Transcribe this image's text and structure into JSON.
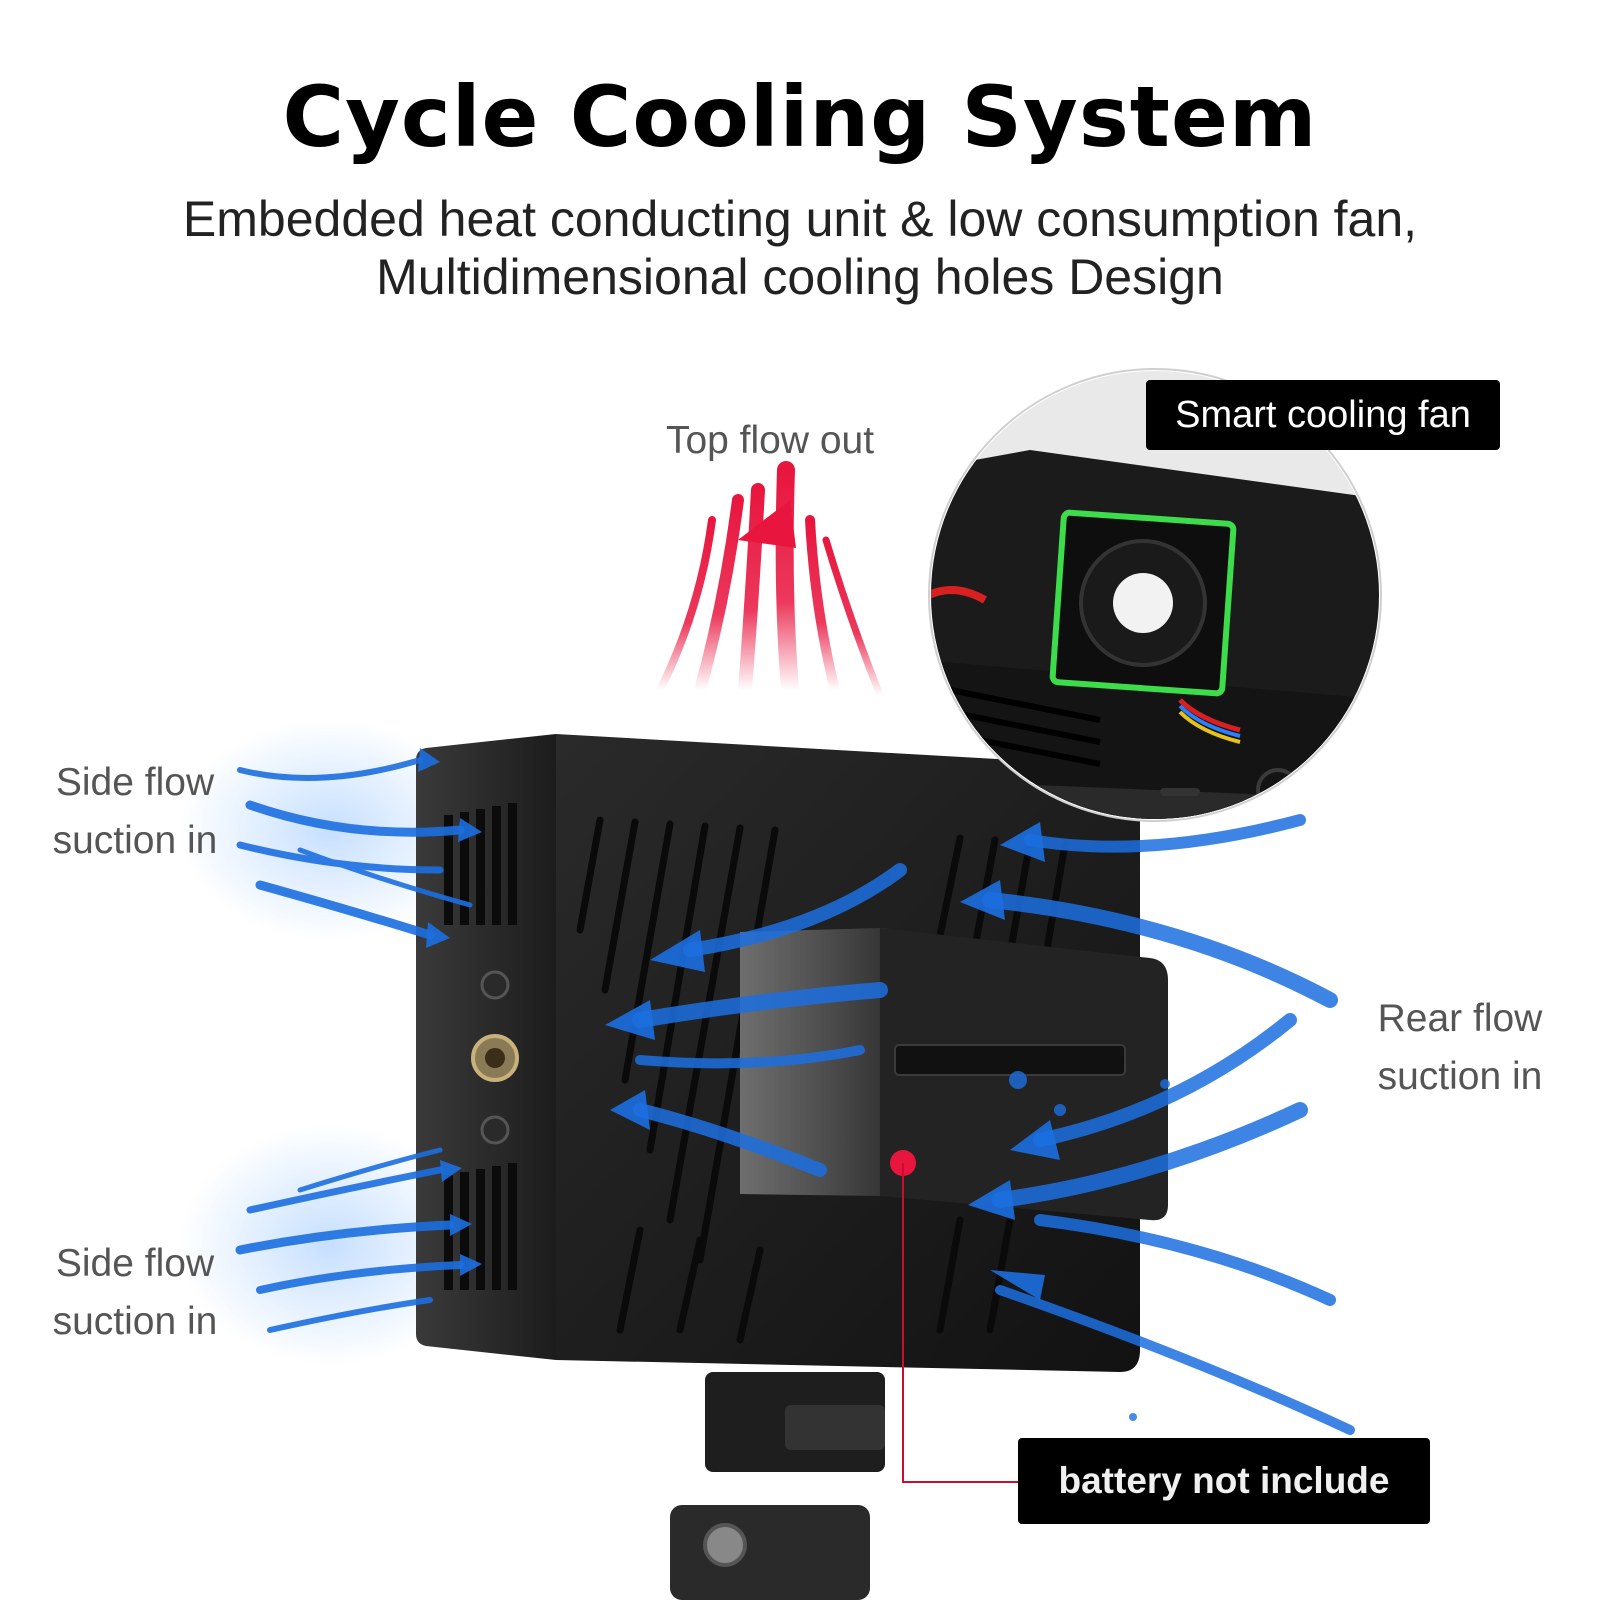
{
  "header": {
    "title": "Cycle Cooling System",
    "subtitle_line1": "Embedded heat conducting unit & low consumption fan,",
    "subtitle_line2": "Multidimensional cooling holes Design"
  },
  "labels": {
    "top_flow": "Top flow out",
    "side_flow_top": [
      "Side flow",
      "suction in"
    ],
    "side_flow_bottom": [
      "Side flow",
      "suction in"
    ],
    "rear_flow": [
      "Rear flow",
      "suction in"
    ],
    "fan_tag": "Smart cooling fan",
    "battery_tag": "battery not include"
  },
  "colors": {
    "outflow": "#e8163f",
    "inflow": "#1c6fe0",
    "device_body": "#1d1d1d",
    "callout_line": "#c8102e",
    "fan_outline": "#3ddc4a"
  },
  "icons": [
    "power-icon",
    "screw-icon",
    "mount-thread-icon"
  ]
}
